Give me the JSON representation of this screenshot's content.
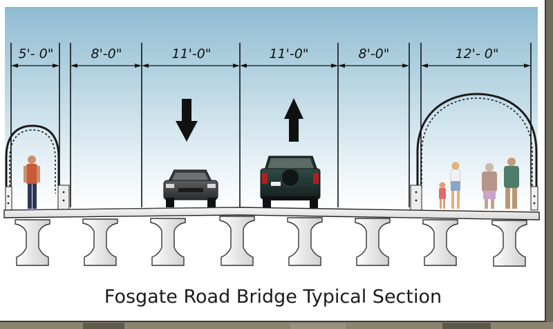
{
  "caption": "Fosgate Road Bridge Typical Section",
  "dimensions": [
    "5'- 0\"",
    "8'-0\"",
    "11'-0\"",
    "11'-0\"",
    "8'-0\"",
    "12'- 0\""
  ],
  "colors": {
    "sky_top": "#8fbcd2",
    "deck": "#ececec",
    "girder": "#e4e4e4",
    "outline": "#222222",
    "arch": "#1a1a1a"
  },
  "icons": {
    "southbound": "down-arrow",
    "northbound": "up-arrow"
  }
}
